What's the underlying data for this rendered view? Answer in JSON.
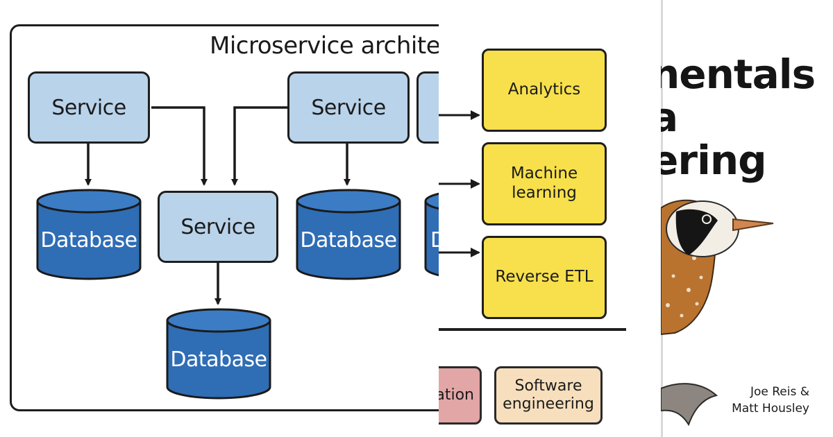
{
  "microservice_panel": {
    "title": "Microservice architec",
    "services": [
      "Service",
      "Service",
      "Service"
    ],
    "databases": [
      "Database",
      "Database",
      "Database",
      "Database"
    ],
    "clipped_database_letter": "D"
  },
  "downstream_panel": {
    "use_cases": [
      {
        "label": "Analytics"
      },
      {
        "label": "Machine\nlearning"
      },
      {
        "label": "Reverse ETL"
      }
    ],
    "undercurrents": {
      "left_tag": "ation",
      "right_tag": "Software\nengineering"
    }
  },
  "book_panel": {
    "title_fragment": "nentals\na\nering",
    "authors_line1": "Joe Reis &",
    "authors_line2": "Matt Housley"
  },
  "colors": {
    "service_fill": "#b9d3ea",
    "database_fill": "#2f6db5",
    "usecase_fill": "#f7e04b",
    "tag_pink": "#e3a6a6",
    "tag_tan": "#f7dfbd"
  }
}
